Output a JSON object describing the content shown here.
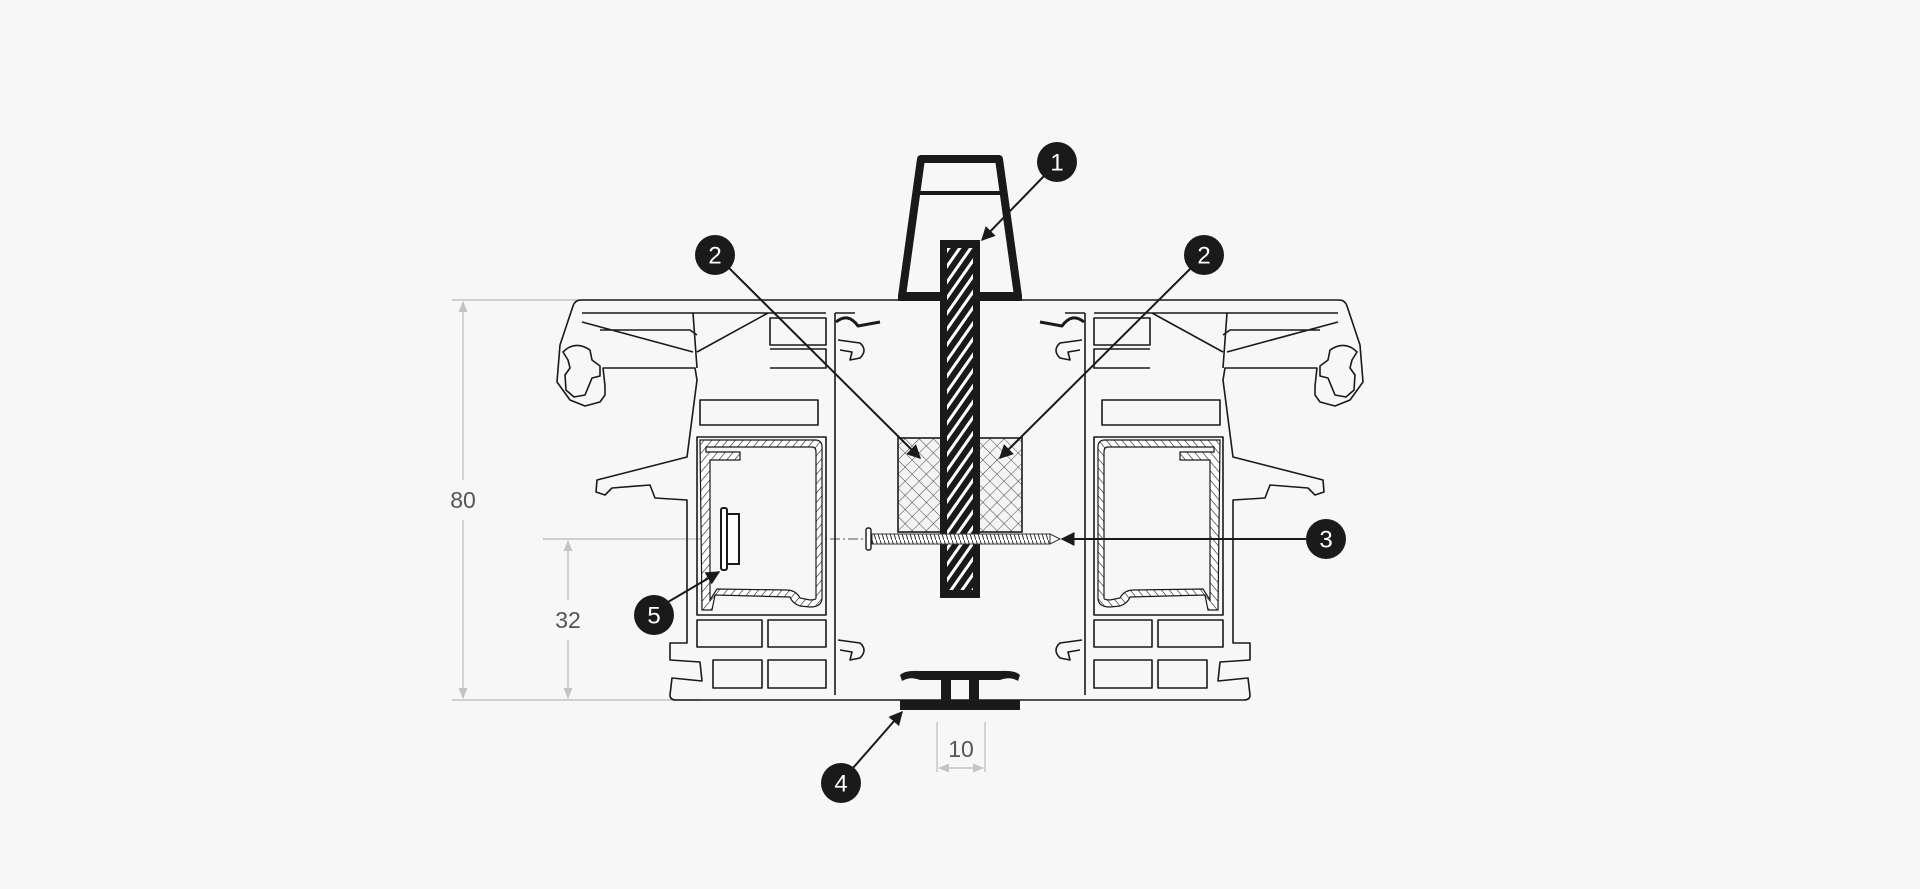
{
  "callouts": {
    "c1": "1",
    "c2_left": "2",
    "c2_right": "2",
    "c3": "3",
    "c4": "4",
    "c5": "5"
  },
  "dimensions": {
    "height_total": "80",
    "height_screw": "32",
    "width_bottom": "10"
  },
  "colors": {
    "background": "#f7f7f7",
    "ink": "#1a1a1a",
    "dimension": "#c4c4c4"
  }
}
